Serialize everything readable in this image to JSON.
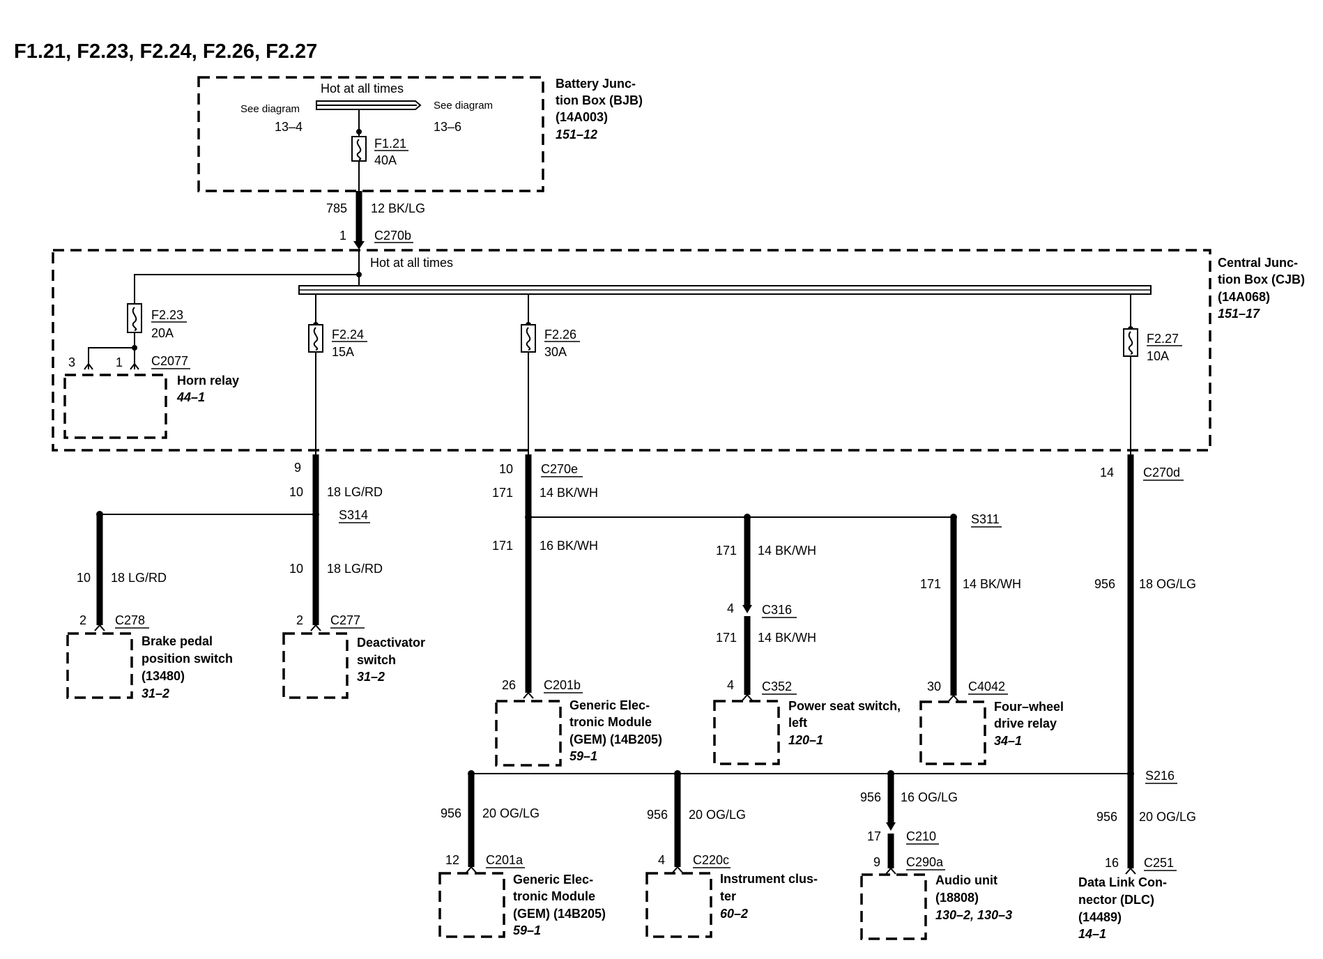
{
  "title": "F1.21, F2.23, F2.24, F2.26, F2.27",
  "bjb": {
    "name_lines": [
      "Battery Junc-",
      "tion Box (BJB)",
      "(14A003)"
    ],
    "ref": "151–12",
    "hot_label": "Hot at all times",
    "see_left": "See diagram",
    "see_left_num": "13–4",
    "see_right": "See diagram",
    "see_right_num": "13–6",
    "fuse_id": "F1.21",
    "fuse_rating": "40A"
  },
  "feed": {
    "circuit": "785",
    "wire": "12 BK/LG",
    "pin": "1",
    "connector": "C270b"
  },
  "cjb": {
    "name_lines": [
      "Central Junc-",
      "tion Box (CJB)",
      "(14A068)"
    ],
    "ref": "151–17",
    "hot_label": "Hot at all times",
    "fuses": [
      {
        "id": "F2.23",
        "rating": "20A"
      },
      {
        "id": "F2.24",
        "rating": "15A"
      },
      {
        "id": "F2.26",
        "rating": "30A"
      },
      {
        "id": "F2.27",
        "rating": "10A"
      }
    ]
  },
  "horn_relay": {
    "pin_a": "3",
    "pin_b": "1",
    "connector": "C2077",
    "name": "Horn relay",
    "ref": "44–1"
  },
  "b224": {
    "pin_top": "9",
    "circuit": "10",
    "wire": "18 LG/RD",
    "splice": "S314",
    "left": {
      "circuit": "10",
      "wire": "18 LG/RD",
      "pin": "2",
      "connector": "C278"
    },
    "right": {
      "circuit": "10",
      "wire": "18 LG/RD",
      "pin": "2",
      "connector": "C277"
    }
  },
  "brake_switch": {
    "name_lines": [
      "Brake pedal",
      "position switch",
      "(13480)"
    ],
    "ref": "31–2"
  },
  "deactivator": {
    "name_lines": [
      "Deactivator",
      "switch"
    ],
    "ref": "31–2"
  },
  "b226": {
    "pin_top": "10",
    "connector_top": "C270e",
    "circuit": "171",
    "wire": "14 BK/WH",
    "splice": "S311",
    "gem_branch": {
      "circuit": "171",
      "wire": "16 BK/WH",
      "pin": "26",
      "connector": "C201b"
    },
    "seat_branch": {
      "circuit1": "171",
      "wire1": "14 BK/WH",
      "pin_mid": "4",
      "connector_mid": "C316",
      "circuit2": "171",
      "wire2": "14 BK/WH",
      "pin": "4",
      "connector": "C352"
    },
    "fwd_branch": {
      "circuit": "171",
      "wire": "14 BK/WH",
      "pin": "30",
      "connector": "C4042"
    }
  },
  "gem_b": {
    "name_lines": [
      "Generic Elec-",
      "tronic Module",
      "(GEM) (14B205)"
    ],
    "ref": "59–1"
  },
  "seat_switch": {
    "name_lines": [
      "Power seat switch,",
      "left"
    ],
    "ref": "120–1"
  },
  "fwd_relay": {
    "name_lines": [
      "Four–wheel",
      "drive relay"
    ],
    "ref": "34–1"
  },
  "b227": {
    "pin_top": "14",
    "connector_top": "C270d",
    "circuit": "956",
    "wire": "18 OG/LG",
    "splice": "S216",
    "dlc": {
      "circuit": "956",
      "wire": "20 OG/LG",
      "pin": "16",
      "connector": "C251"
    },
    "gem_a": {
      "circuit": "956",
      "wire": "20 OG/LG",
      "pin": "12",
      "connector": "C201a"
    },
    "cluster": {
      "circuit": "956",
      "wire": "20 OG/LG",
      "pin": "4",
      "connector": "C220c"
    },
    "audio": {
      "circuit": "956",
      "wire": "16 OG/LG",
      "pin_mid": "17",
      "connector_mid": "C210",
      "pin": "9",
      "connector": "C290a"
    }
  },
  "gem_a_comp": {
    "name_lines": [
      "Generic Elec-",
      "tronic Module",
      "(GEM) (14B205)"
    ],
    "ref": "59–1"
  },
  "cluster_comp": {
    "name_lines": [
      "Instrument clus-",
      "ter"
    ],
    "ref": "60–2"
  },
  "audio_comp": {
    "name_lines": [
      "Audio unit",
      "(18808)"
    ],
    "ref": "130–2, 130–3"
  },
  "dlc_comp": {
    "name_lines": [
      "Data Link Con-",
      "nector (DLC)",
      "(14489)"
    ],
    "ref": "14–1"
  }
}
